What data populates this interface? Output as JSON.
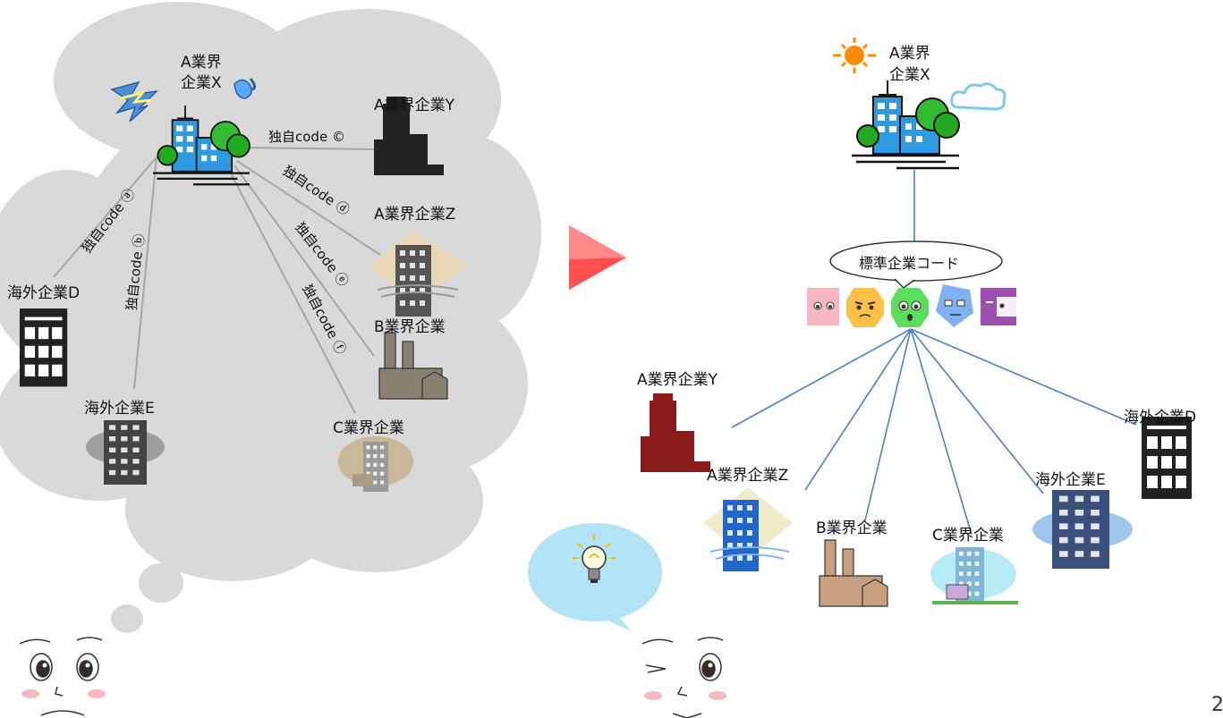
{
  "left": {
    "hub_label_line1": "A業界",
    "hub_label_line2": "企業X",
    "companies": {
      "a_y": "A業界企業Y",
      "a_z": "A業界企業Z",
      "b": "B業界企業",
      "c": "C業界企業",
      "overseas_d": "海外企業D",
      "overseas_e": "海外企業E"
    },
    "codes": {
      "a": "独自code ⓐ",
      "b": "独自code ⓑ",
      "c": "独自code ©",
      "d": "独自code ⓓ",
      "e": "独自code ⓔ",
      "f": "独自code ⓕ"
    }
  },
  "right": {
    "hub_label_line1": "A業界",
    "hub_label_line2": "企業X",
    "standard_code": "標準企業コード",
    "companies": {
      "a_y": "A業界企業Y",
      "a_z": "A業界企業Z",
      "b": "B業界企業",
      "c": "C業界企業",
      "overseas_d": "海外企業D",
      "overseas_e": "海外企業E"
    }
  },
  "page_number": "2",
  "colors": {
    "cloud": "#d9d9d9",
    "line_left": "#a6a6a6",
    "line_right": "#4f81bd",
    "arrow": "#ff5050",
    "building_blue": "#2e9be0",
    "tree_green": "#22aa22",
    "maroon": "#8b1a1a"
  }
}
